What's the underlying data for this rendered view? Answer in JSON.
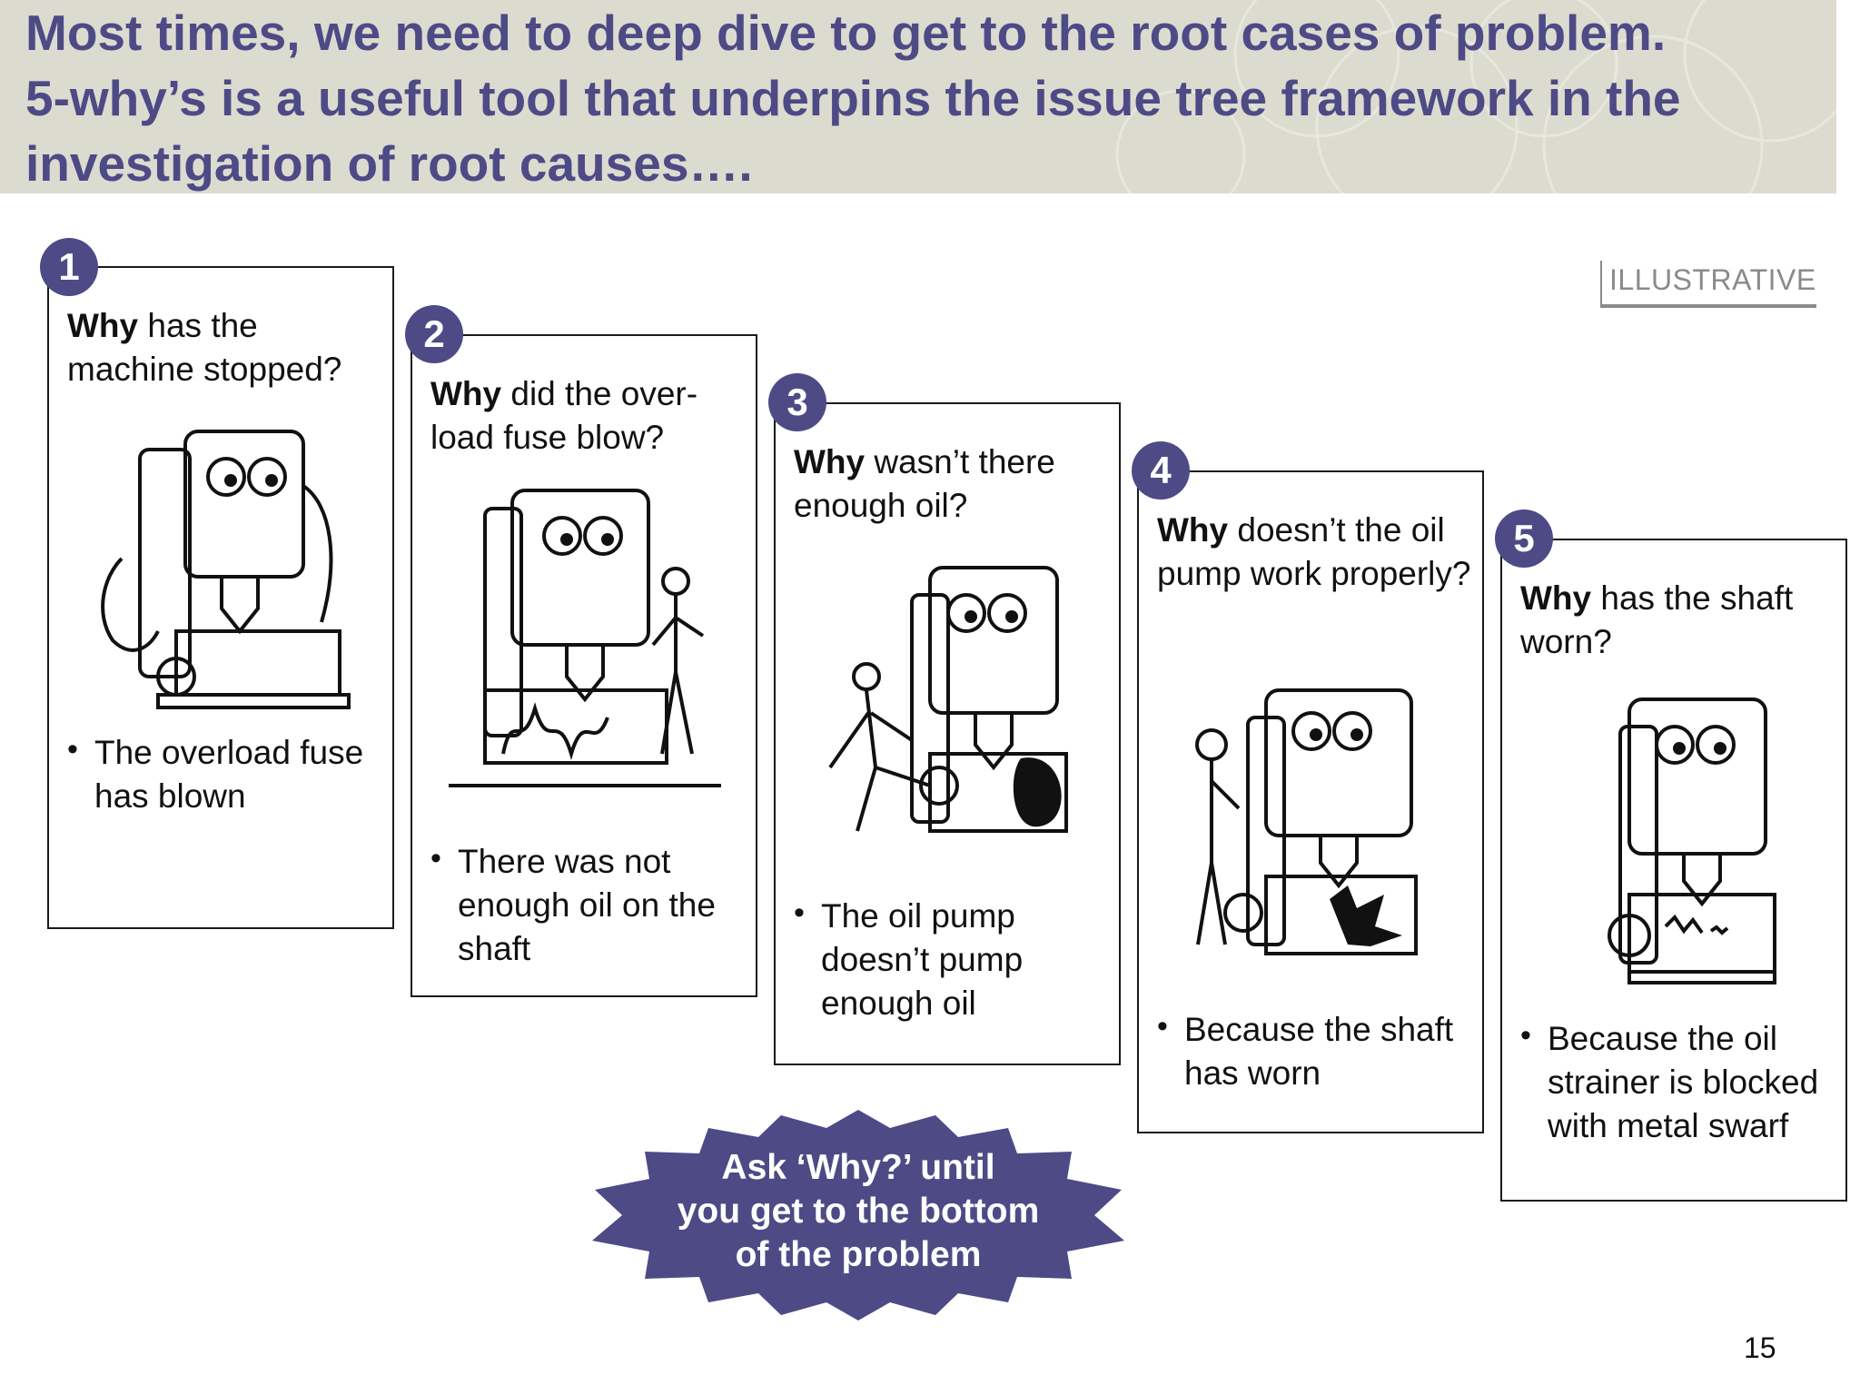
{
  "header": {
    "lines": [
      "Most times, we need to deep dive to get to the root cases of problem.",
      "5-why’s is a useful tool that underpins the issue tree framework in the",
      "investigation of root causes…."
    ]
  },
  "badge": "ILLUSTRATIVE",
  "steps": [
    {
      "number": "1",
      "why": "Why",
      "question_rest": " has the machine stopped?",
      "answer": "The overload fuse has blown"
    },
    {
      "number": "2",
      "why": "Why",
      "question_rest": " did the over-load fuse blow?",
      "answer": "There was not enough oil on the shaft"
    },
    {
      "number": "3",
      "why": "Why",
      "question_rest": " wasn’t there enough oil?",
      "answer": "The oil pump doesn’t pump enough oil"
    },
    {
      "number": "4",
      "why": "Why",
      "question_rest": " doesn’t the oil pump work properly?",
      "answer": "Because the shaft has worn"
    },
    {
      "number": "5",
      "why": "Why",
      "question_rest": " has the shaft worn?",
      "answer": "Because the oil strainer is blocked with metal swarf"
    }
  ],
  "callout": {
    "lines": [
      "Ask ‘Why?’ until",
      "you get to the bottom",
      "of the problem"
    ]
  },
  "page_number": "15",
  "colors": {
    "accent": "#4e4a86",
    "banner_bg": "#dcdbcf"
  }
}
